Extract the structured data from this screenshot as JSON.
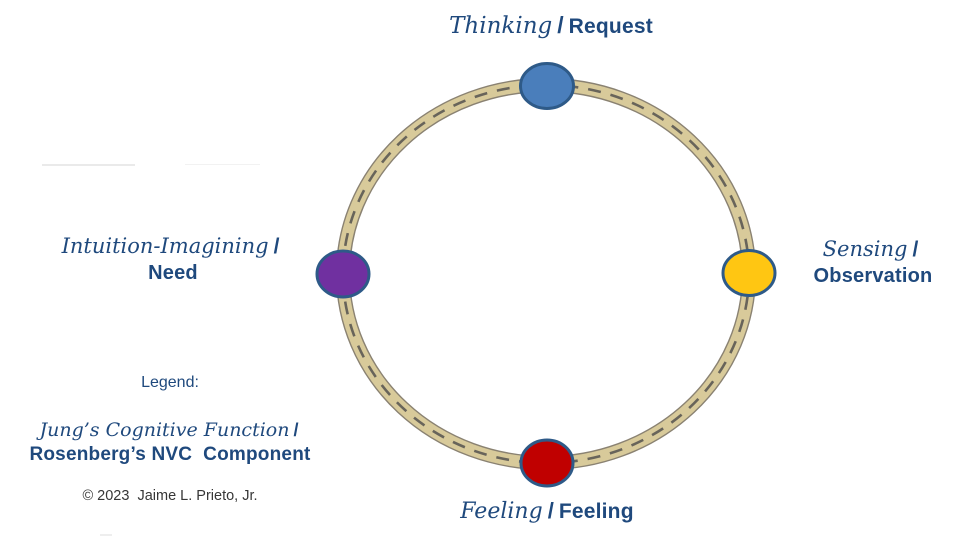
{
  "labels": {
    "top": {
      "jung": "Thinking",
      "sep": "/",
      "nvc": "Request"
    },
    "right": {
      "jung": "Sensing",
      "sep": "/",
      "nvc": "Observation"
    },
    "bottom": {
      "jung": "Feeling",
      "sep": "/",
      "nvc": "Feeling"
    },
    "left": {
      "jung": "Intuition-Imagining",
      "sep": "/",
      "nvc": "Need"
    }
  },
  "legend": {
    "heading": "Legend:",
    "jung_line": "Jung’s Cognitive Function",
    "sep": "/",
    "nvc_line": "Rosenberg’s NVC  Component",
    "copyright": "© 2023  Jaime L. Prieto, Jr."
  },
  "colors": {
    "text_blue": "#1F497D",
    "node_border": "#2E5A88",
    "node_thinking": "#4A7EBB",
    "node_sensing": "#FFC612",
    "node_feeling": "#C00000",
    "node_intuition": "#7030A0",
    "ring_fill": "#D8CA9A",
    "ring_edge": "#8A8272",
    "ring_dash": "#68645A"
  }
}
